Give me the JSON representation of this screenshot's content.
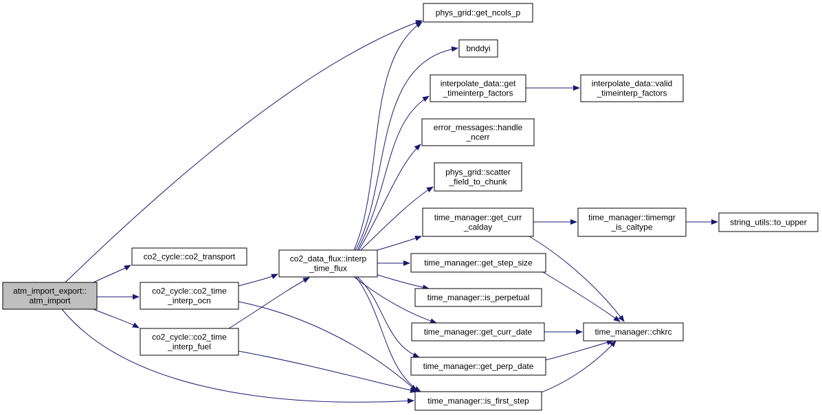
{
  "colors": {
    "edge": "#191970",
    "node_fill": "#ffffff",
    "root_fill": "#bfbfbf",
    "node_border": "#000000"
  },
  "nodes": [
    {
      "id": "atm_import",
      "lines": [
        "atm_import_export::",
        "atm_import"
      ],
      "root": true
    },
    {
      "id": "co2_transport",
      "lines": [
        "co2_cycle::co2_transport"
      ]
    },
    {
      "id": "co2_time_interp_ocn",
      "lines": [
        "co2_cycle::co2_time",
        "_interp_ocn"
      ]
    },
    {
      "id": "co2_time_interp_fuel",
      "lines": [
        "co2_cycle::co2_time",
        "_interp_fuel"
      ]
    },
    {
      "id": "interp_time_flux",
      "lines": [
        "co2_data_flux::interp",
        "_time_flux"
      ]
    },
    {
      "id": "get_ncols_p",
      "lines": [
        "phys_grid::get_ncols_p"
      ]
    },
    {
      "id": "bnddyi",
      "lines": [
        "bnddyi"
      ]
    },
    {
      "id": "get_timeinterp_factors",
      "lines": [
        "interpolate_data::get",
        "_timeinterp_factors"
      ]
    },
    {
      "id": "valid_timeinterp_factors",
      "lines": [
        "interpolate_data::valid",
        "_timeinterp_factors"
      ]
    },
    {
      "id": "handle_ncerr",
      "lines": [
        "error_messages::handle",
        "_ncerr"
      ]
    },
    {
      "id": "scatter_field_to_chunk",
      "lines": [
        "phys_grid::scatter",
        "_field_to_chunk"
      ]
    },
    {
      "id": "get_curr_calday",
      "lines": [
        "time_manager::get_curr",
        "_calday"
      ]
    },
    {
      "id": "timemgr_is_caltype",
      "lines": [
        "time_manager::timemgr",
        "_is_caltype"
      ]
    },
    {
      "id": "to_upper",
      "lines": [
        "string_utils::to_upper"
      ]
    },
    {
      "id": "get_step_size",
      "lines": [
        "time_manager::get_step_size"
      ]
    },
    {
      "id": "is_perpetual",
      "lines": [
        "time_manager::is_perpetual"
      ]
    },
    {
      "id": "get_curr_date",
      "lines": [
        "time_manager::get_curr_date"
      ]
    },
    {
      "id": "chkrc",
      "lines": [
        "time_manager::chkrc"
      ]
    },
    {
      "id": "get_perp_date",
      "lines": [
        "time_manager::get_perp_date"
      ]
    },
    {
      "id": "is_first_step",
      "lines": [
        "time_manager::is_first_step"
      ]
    }
  ],
  "edges": [
    [
      "atm_import",
      "get_ncols_p"
    ],
    [
      "atm_import",
      "co2_transport"
    ],
    [
      "atm_import",
      "co2_time_interp_ocn"
    ],
    [
      "atm_import",
      "co2_time_interp_fuel"
    ],
    [
      "atm_import",
      "is_first_step"
    ],
    [
      "co2_time_interp_ocn",
      "interp_time_flux"
    ],
    [
      "co2_time_interp_ocn",
      "is_first_step"
    ],
    [
      "co2_time_interp_fuel",
      "interp_time_flux"
    ],
    [
      "co2_time_interp_fuel",
      "is_first_step"
    ],
    [
      "interp_time_flux",
      "get_ncols_p"
    ],
    [
      "interp_time_flux",
      "bnddyi"
    ],
    [
      "interp_time_flux",
      "get_timeinterp_factors"
    ],
    [
      "interp_time_flux",
      "handle_ncerr"
    ],
    [
      "interp_time_flux",
      "scatter_field_to_chunk"
    ],
    [
      "interp_time_flux",
      "get_curr_calday"
    ],
    [
      "interp_time_flux",
      "get_step_size"
    ],
    [
      "interp_time_flux",
      "is_perpetual"
    ],
    [
      "interp_time_flux",
      "get_curr_date"
    ],
    [
      "interp_time_flux",
      "get_perp_date"
    ],
    [
      "interp_time_flux",
      "is_first_step"
    ],
    [
      "get_timeinterp_factors",
      "valid_timeinterp_factors"
    ],
    [
      "get_curr_calday",
      "timemgr_is_caltype"
    ],
    [
      "get_curr_calday",
      "chkrc"
    ],
    [
      "timemgr_is_caltype",
      "to_upper"
    ],
    [
      "get_step_size",
      "chkrc"
    ],
    [
      "get_curr_date",
      "chkrc"
    ],
    [
      "get_perp_date",
      "chkrc"
    ],
    [
      "is_first_step",
      "chkrc"
    ]
  ]
}
